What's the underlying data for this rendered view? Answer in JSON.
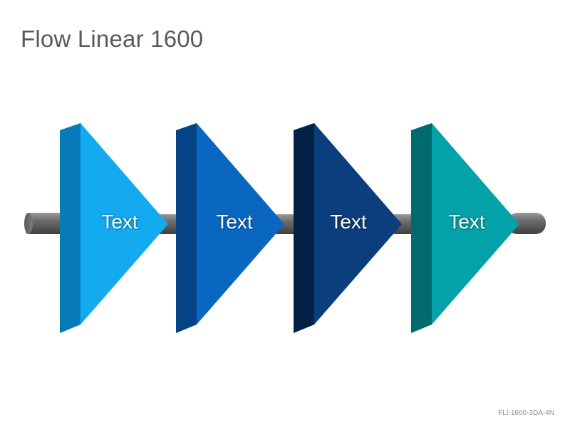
{
  "title": "Flow Linear 1600",
  "steps": [
    {
      "label": "Text",
      "color_front": "#13a9ef",
      "color_side": "#0b8ed4",
      "color_side_dark": "#0a6ea6"
    },
    {
      "label": "Text",
      "color_front": "#0a68c2",
      "color_side": "#06509a",
      "color_side_dark": "#043a72"
    },
    {
      "label": "Text",
      "color_front": "#0b3f7e",
      "color_side": "#072b58",
      "color_side_dark": "#041c3c"
    },
    {
      "label": "Text",
      "color_front": "#02a3a8",
      "color_side": "#028589",
      "color_side_dark": "#015f62"
    }
  ],
  "connector_color": "#666666",
  "footer_code": "FLI-1600-3DA-4N"
}
